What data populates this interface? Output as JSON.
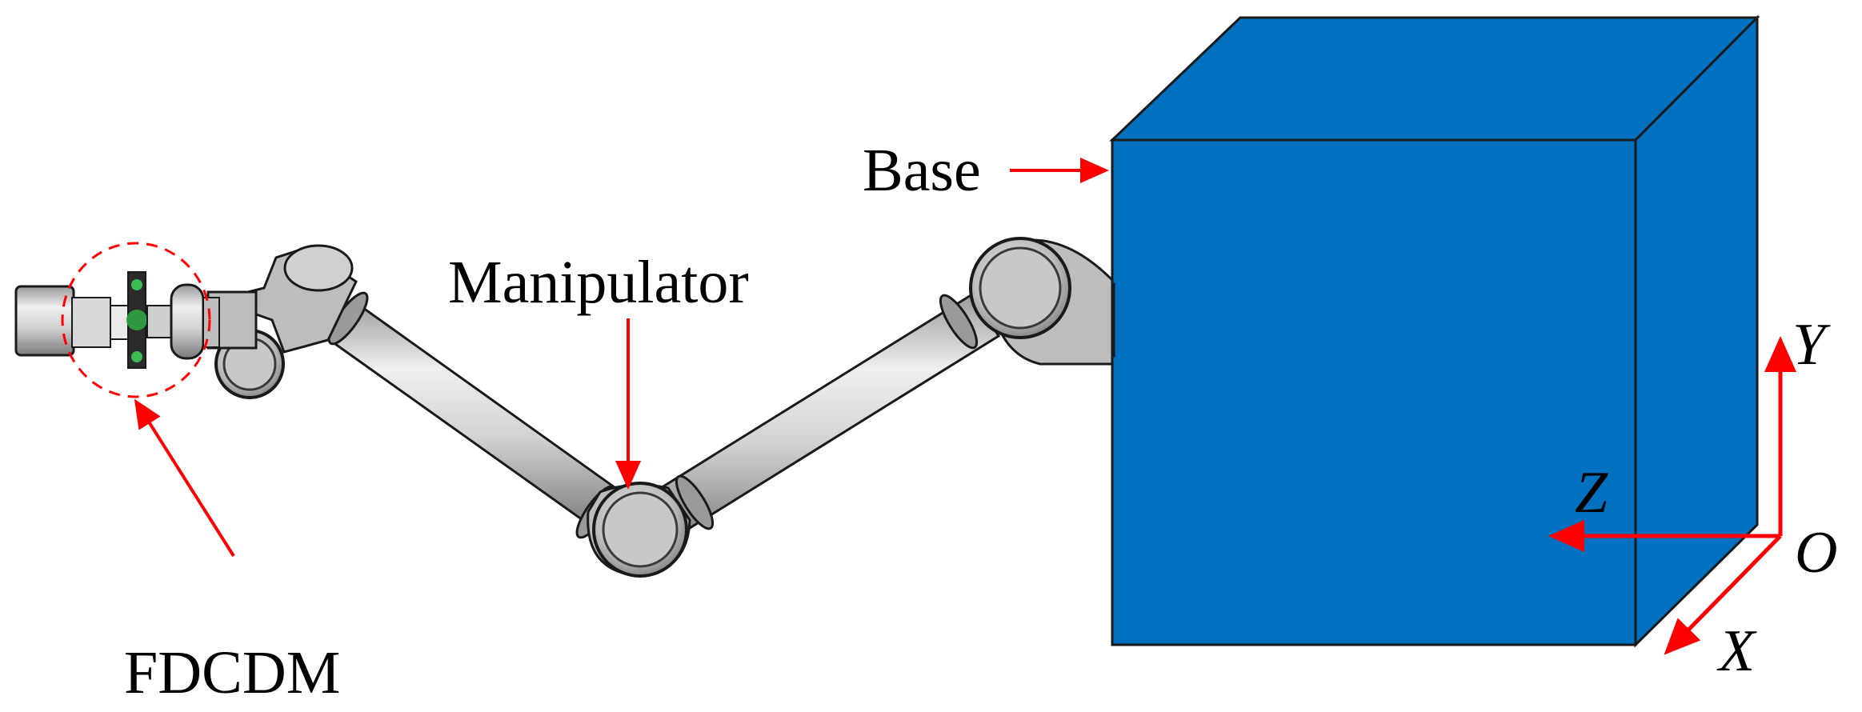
{
  "labels": {
    "base": "Base",
    "manipulator": "Manipulator",
    "fdcdm": "FDCDM"
  },
  "axes": {
    "x": "X",
    "y": "Y",
    "z": "Z",
    "origin": "O"
  },
  "colors": {
    "base_fill": "#0070C0",
    "arrow": "#FF0000",
    "arm_light": "#E6E6E6",
    "arm_mid": "#B8B8B8",
    "arm_dark": "#808080",
    "outline": "#1A1A1A"
  }
}
